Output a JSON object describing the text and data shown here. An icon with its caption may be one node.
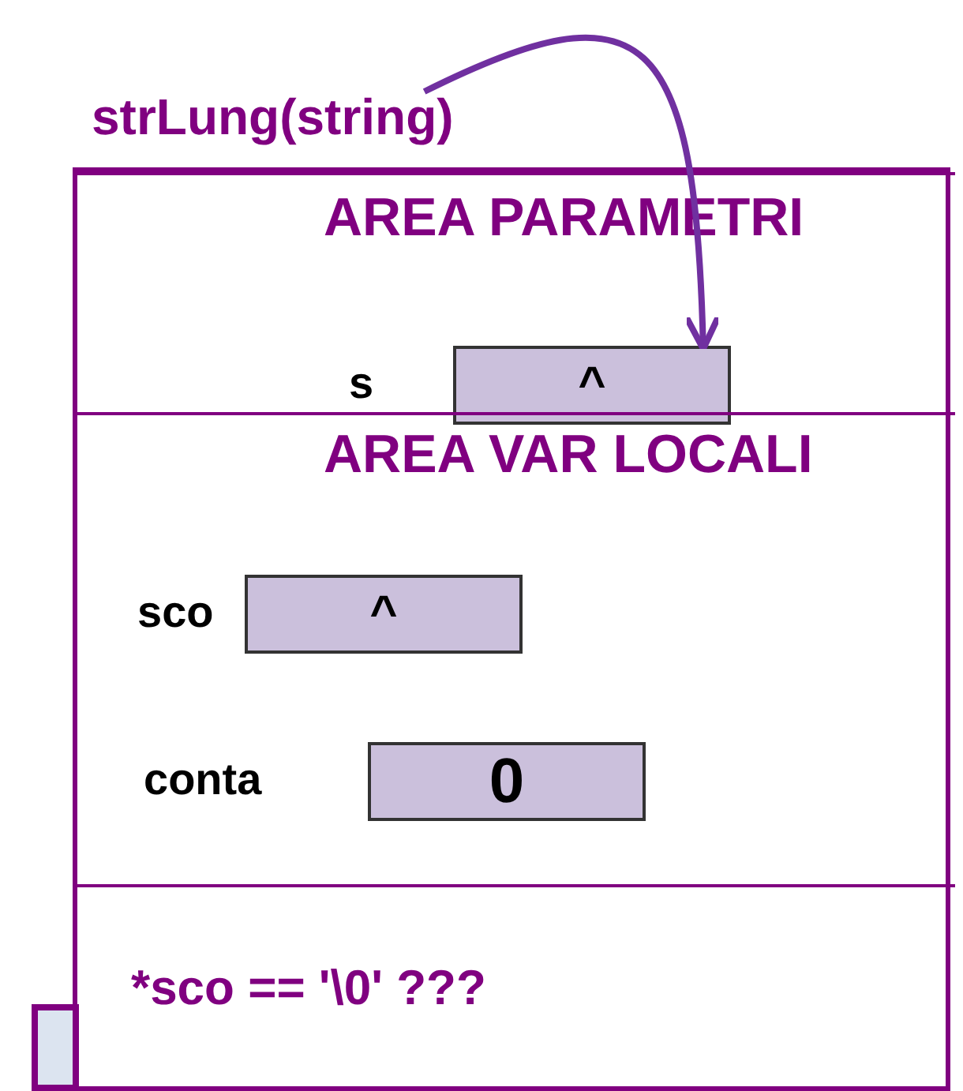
{
  "diagram": {
    "nodes": [
      {
        "text": [
          "strLung(string)"
        ]
      },
      {
        "text": [],
        "shape": "box"
      },
      {
        "text": [
          "AREA PARAMETRI"
        ],
        "in": 1
      },
      {
        "text": [
          "^"
        ],
        "beside": [
          "s"
        ],
        "in": 2
      },
      {
        "text": [
          "AREA VAR LOCALI"
        ],
        "in": 1
      },
      {
        "text": [
          "^"
        ],
        "beside": [
          "sco"
        ],
        "in": 4
      },
      {
        "text": [
          "0"
        ],
        "beside": [
          "conta"
        ],
        "in": 4
      },
      {
        "text": [
          "*sco == '\\0' ???"
        ],
        "in": 1
      },
      {
        "text": [],
        "shape": "box"
      }
    ],
    "edges": [
      {
        "from": 0,
        "to": 3,
        "arrow": "to"
      }
    ]
  }
}
